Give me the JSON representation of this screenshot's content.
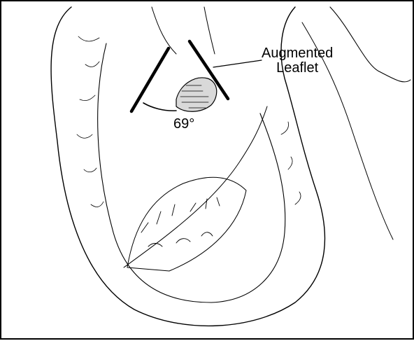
{
  "figure": {
    "callout_line1": "Augmented",
    "callout_line2": "Leaflet",
    "angle_label": "69°",
    "colors": {
      "ink": "#000000",
      "background": "#ffffff"
    }
  }
}
